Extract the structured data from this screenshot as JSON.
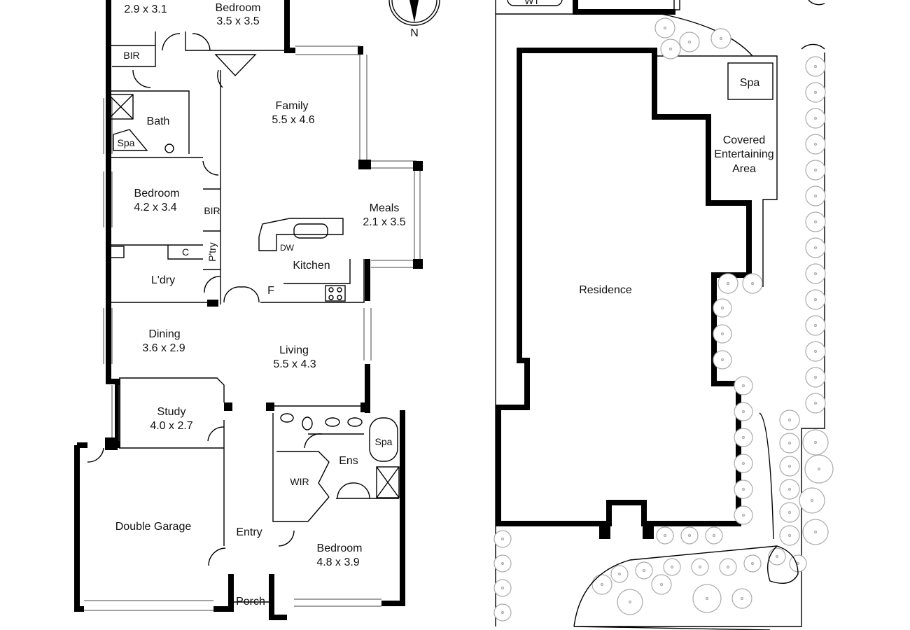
{
  "floor_plan": {
    "compass": {
      "label": "N"
    },
    "rooms": {
      "bedroom_top_left": {
        "dims": "2.9 x 3.1"
      },
      "bedroom_top": {
        "name": "Bedroom",
        "dims": "3.5 x 3.5"
      },
      "bir_top": {
        "name": "BIR"
      },
      "bath": {
        "name": "Bath"
      },
      "spa_bath": {
        "name": "Spa"
      },
      "family": {
        "name": "Family",
        "dims": "5.5 x 4.6"
      },
      "bedroom_mid": {
        "name": "Bedroom",
        "dims": "4.2 x 3.4"
      },
      "bir_mid": {
        "name": "BIR"
      },
      "pantry": {
        "name": "P'try"
      },
      "cupboard": {
        "name": "C"
      },
      "dishwasher": {
        "name": "DW"
      },
      "meals": {
        "name": "Meals",
        "dims": "2.1 x 3.5"
      },
      "kitchen": {
        "name": "Kitchen"
      },
      "laundry": {
        "name": "L'dry"
      },
      "fridge": {
        "name": "F"
      },
      "dining": {
        "name": "Dining",
        "dims": "3.6 x 2.9"
      },
      "living": {
        "name": "Living",
        "dims": "5.5 x 4.3"
      },
      "study": {
        "name": "Study",
        "dims": "4.0 x 2.7"
      },
      "spa_ens": {
        "name": "Spa"
      },
      "ensuite": {
        "name": "Ens"
      },
      "wir": {
        "name": "WIR"
      },
      "garage": {
        "name": "Double Garage"
      },
      "entry": {
        "name": "Entry"
      },
      "bedroom_main": {
        "name": "Bedroom",
        "dims": "4.8 x 3.9"
      },
      "porch": {
        "name": "Porch"
      }
    }
  },
  "site_plan": {
    "water_tank": {
      "name": "WT"
    },
    "spa": {
      "name": "Spa"
    },
    "covered_area": {
      "line1": "Covered",
      "line2": "Entertaining",
      "line3": "Area"
    },
    "residence": {
      "name": "Residence"
    }
  }
}
